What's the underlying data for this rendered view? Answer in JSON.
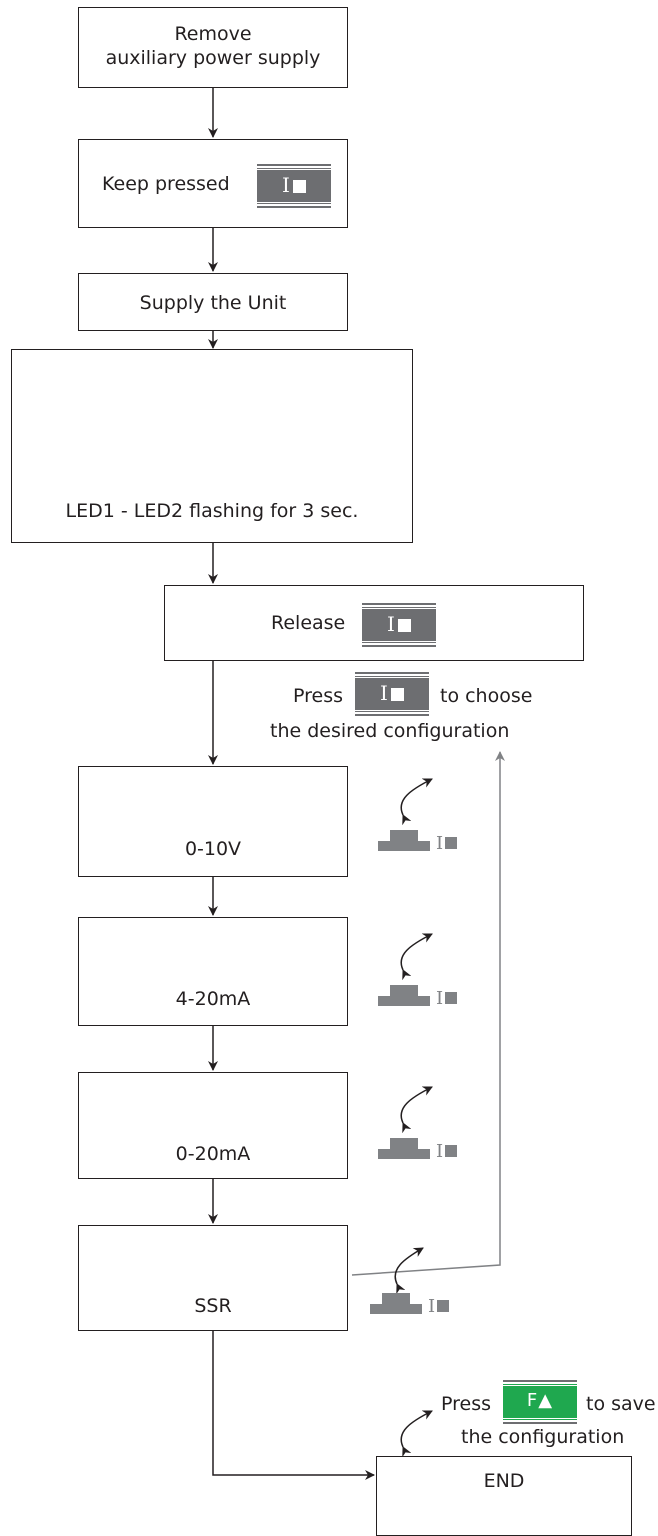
{
  "steps": {
    "remove": [
      "Remove",
      "auxiliary power supply"
    ],
    "keep_pressed": "Keep pressed",
    "supply": "Supply the Unit",
    "flashing": "LED1 - LED2 flashing for 3 sec.",
    "release": "Release",
    "end": "END"
  },
  "press_note": {
    "press": "Press",
    "line1_suffix": "to choose",
    "line2": "the desired configuration"
  },
  "save_note": {
    "press": "Press",
    "suffix": "to save",
    "line2": "the configuration"
  },
  "key_i": {
    "glyph": "I",
    "icon": "i-square-key-icon"
  },
  "key_f": {
    "glyph": "F▲",
    "icon": "f-up-arrow-key-icon"
  },
  "configs": [
    {
      "label": "0-10V",
      "leds": [
        "red",
        "dark",
        "dark",
        "dark"
      ]
    },
    {
      "label": "4-20mA",
      "leds": [
        "dark",
        "red",
        "dark",
        "dark"
      ]
    },
    {
      "label": "0-20mA",
      "leds": [
        "dark",
        "dark",
        "red",
        "dark"
      ]
    },
    {
      "label": "SSR",
      "leds": [
        "dark",
        "dark",
        "dark",
        "red"
      ]
    }
  ],
  "colors": {
    "led_red": "#ed1c24",
    "led_dark": "#333132",
    "key_grey": "#6d6e71",
    "key_green": "#1fa84f",
    "line": "#231f20",
    "return_line": "#808285"
  }
}
